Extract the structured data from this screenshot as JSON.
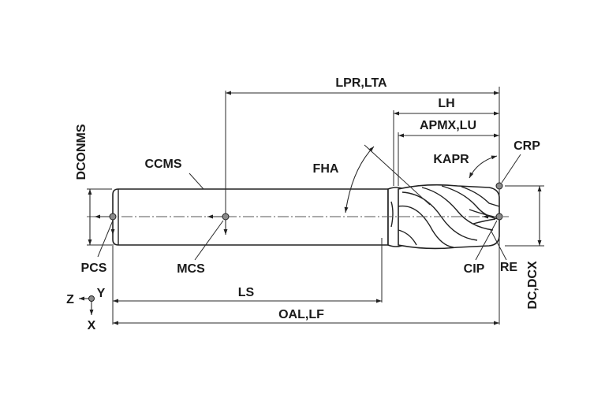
{
  "labels": {
    "lpr_lta": "LPR,LTA",
    "lh": "LH",
    "apmx_lu": "APMX,LU",
    "dconms": "DCONMS",
    "ccms": "CCMS",
    "fha": "FHA",
    "kapr": "KAPR",
    "crp": "CRP",
    "pcs": "PCS",
    "mcs": "MCS",
    "cip": "CIP",
    "re": "RE",
    "dc_dcx": "DC,DCX",
    "ls": "LS",
    "oal_lf": "OAL,LF"
  },
  "axes": {
    "z": "Z",
    "y": "Y",
    "x": "X"
  },
  "colors": {
    "line": "#2a2a2a",
    "point_fill": "#8a8a8a",
    "background": "#ffffff"
  }
}
